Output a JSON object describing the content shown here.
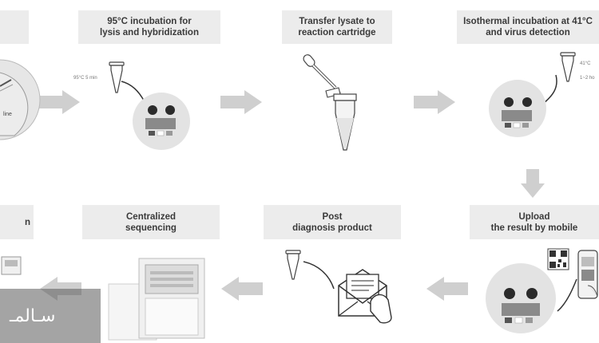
{
  "steps": {
    "s2": "95°C incubation for\nlysis and hybridization",
    "s3": "Transfer lysate to\nreaction cartridge",
    "s4": "Isothermal incubation at 41°C\nand virus detection",
    "s5": "Upload\nthe result by mobile",
    "s6": "Post\ndiagnosis product",
    "s7": "Centralized\nsequencing",
    "s8": "n"
  },
  "annotations": {
    "incubation_95": "95°C 5 min",
    "temp_41": "41°C",
    "time_range": "1~2 ho",
    "left_partial": "line"
  },
  "watermark": {
    "text": "سـالمـ"
  },
  "colors": {
    "box": "#ececec",
    "arrow": "#cfcfcf",
    "device": "#e3e3e3",
    "dark": "#2b2b2b"
  }
}
